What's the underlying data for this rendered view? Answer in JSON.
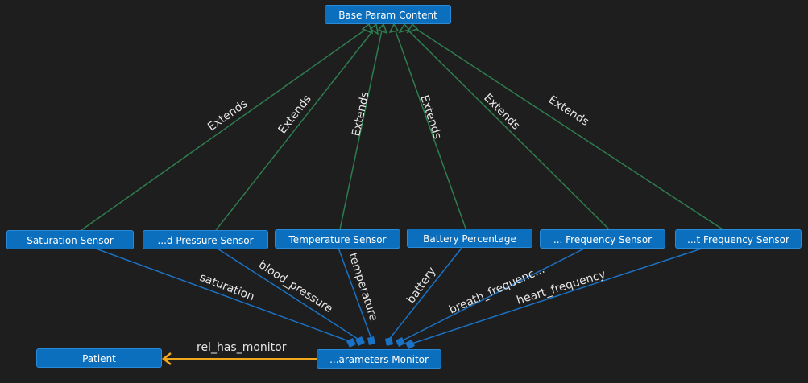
{
  "nodes": {
    "base": "Base Param Content",
    "saturation": "Saturation Sensor",
    "pressure": "...d Pressure Sensor",
    "temperature": "Temperature Sensor",
    "battery": "Battery Percentage",
    "breath": "... Frequency Sensor",
    "heart": "...t Frequency Sensor",
    "monitor": "...arameters Monitor",
    "patient": "Patient"
  },
  "edges": {
    "extends": [
      "Extends",
      "Extends",
      "Extends",
      "Extends",
      "Extends",
      "Extends"
    ],
    "saturation": "saturation",
    "blood_pressure": "blood_pressure",
    "temperature": "temperature",
    "battery": "battery",
    "breath_frequency": "breath_frequenc...",
    "heart_frequency": "heart_frequency",
    "rel_has_monitor": "rel_has_monitor"
  },
  "colors": {
    "background": "#1e1e1e",
    "node_fill": "#0b6fbe",
    "inheritance_edge": "#2e7d4f",
    "reference_edge": "#1a72c4",
    "relation_edge": "#f0a81c"
  }
}
